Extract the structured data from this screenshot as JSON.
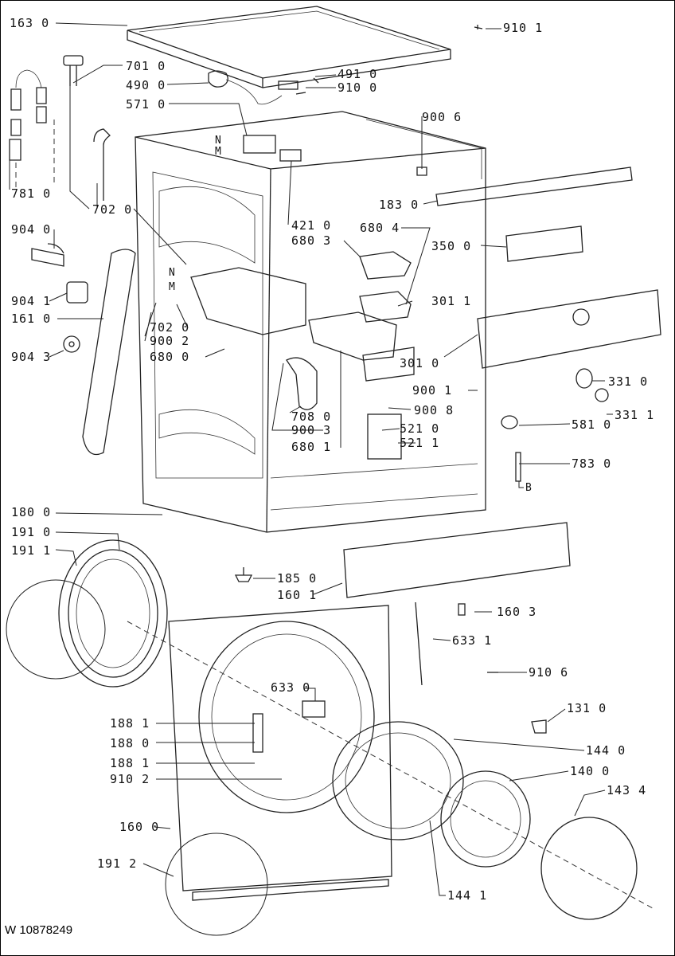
{
  "callouts": [
    {
      "id": "c1630",
      "text": "163 0"
    },
    {
      "id": "c9101",
      "text": "910 1"
    },
    {
      "id": "c7010",
      "text": "701 0"
    },
    {
      "id": "c4900",
      "text": "490 0"
    },
    {
      "id": "c4910",
      "text": "491 0"
    },
    {
      "id": "c9100",
      "text": "910 0"
    },
    {
      "id": "c5710",
      "text": "571 0"
    },
    {
      "id": "c9006",
      "text": "900 6"
    },
    {
      "id": "c7810",
      "text": "781 0"
    },
    {
      "id": "c7020a",
      "text": "702 0"
    },
    {
      "id": "c1830",
      "text": "183 0"
    },
    {
      "id": "c4210",
      "text": "421 0"
    },
    {
      "id": "c6804",
      "text": "680 4"
    },
    {
      "id": "c6803",
      "text": "680 3"
    },
    {
      "id": "c9040",
      "text": "904 0"
    },
    {
      "id": "c3500",
      "text": "350 0"
    },
    {
      "id": "c9041",
      "text": "904 1"
    },
    {
      "id": "c3011",
      "text": "301 1"
    },
    {
      "id": "c1610",
      "text": "161 0"
    },
    {
      "id": "c7020b",
      "text": "702 0"
    },
    {
      "id": "c9002",
      "text": "900 2"
    },
    {
      "id": "c9043",
      "text": "904 3"
    },
    {
      "id": "c6800",
      "text": "680 0"
    },
    {
      "id": "c3010",
      "text": "301 0"
    },
    {
      "id": "c3310",
      "text": "331 0"
    },
    {
      "id": "c9001",
      "text": "900 1"
    },
    {
      "id": "c3311",
      "text": "331 1"
    },
    {
      "id": "c9008",
      "text": "900 8"
    },
    {
      "id": "c7080",
      "text": "708 0"
    },
    {
      "id": "c5210",
      "text": "521 0"
    },
    {
      "id": "c5810",
      "text": "581 0"
    },
    {
      "id": "c9003",
      "text": "900 3"
    },
    {
      "id": "c5211",
      "text": "521 1"
    },
    {
      "id": "c6801",
      "text": "680 1"
    },
    {
      "id": "c7830",
      "text": "783 0"
    },
    {
      "id": "c1800",
      "text": "180 0"
    },
    {
      "id": "c1910",
      "text": "191 0"
    },
    {
      "id": "c1911",
      "text": "191 1"
    },
    {
      "id": "c1850",
      "text": "185 0"
    },
    {
      "id": "c1601",
      "text": "160 1"
    },
    {
      "id": "c1603",
      "text": "160 3"
    },
    {
      "id": "c6331",
      "text": "633 1"
    },
    {
      "id": "c9106",
      "text": "910 6"
    },
    {
      "id": "c6330",
      "text": "633 0"
    },
    {
      "id": "c1310",
      "text": "131 0"
    },
    {
      "id": "c1881a",
      "text": "188 1"
    },
    {
      "id": "c1880",
      "text": "188 0"
    },
    {
      "id": "c1440",
      "text": "144 0"
    },
    {
      "id": "c1881b",
      "text": "188 1"
    },
    {
      "id": "c9102",
      "text": "910 2"
    },
    {
      "id": "c1400",
      "text": "140 0"
    },
    {
      "id": "c1434",
      "text": "143 4"
    },
    {
      "id": "c1600",
      "text": "160 0"
    },
    {
      "id": "c1912",
      "text": "191 2"
    },
    {
      "id": "c1441",
      "text": "144 1"
    }
  ],
  "letters": {
    "n1": "N",
    "m1": "M",
    "n2": "N",
    "m2": "M",
    "b": "B"
  },
  "footer": {
    "code": "W 10878249"
  }
}
